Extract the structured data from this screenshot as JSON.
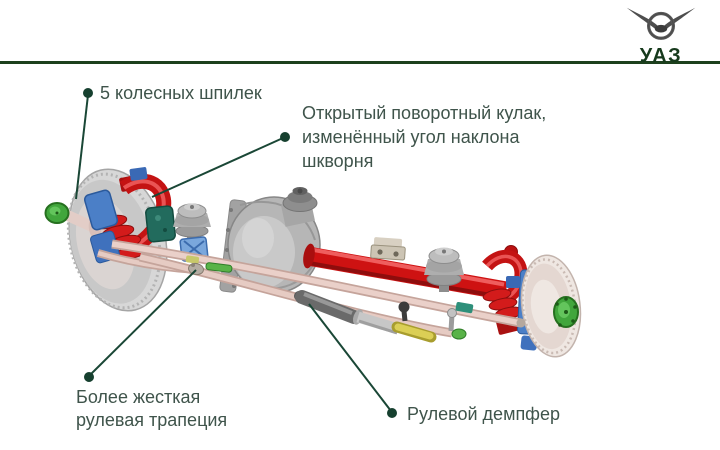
{
  "header": {
    "logo_text": "УАЗ"
  },
  "callouts": {
    "wheel_studs": {
      "text": "5 колесных шпилек"
    },
    "knuckle": {
      "line1": "Открытый поворотный кулак,",
      "line2": "изменённый угол наклона",
      "line3": "шкворня"
    },
    "linkage": {
      "line1": "Более жесткая",
      "line2": "рулевая трапеция"
    },
    "damper": {
      "text": "Рулевой демпфер"
    }
  },
  "colors": {
    "text_color": "#3f544b",
    "leader_green": "#1a4736",
    "divider_green": "#1d401d",
    "logo_green": "#163a1c",
    "part_red": "#ce1212",
    "part_green": "#41a63c",
    "part_blue": "#4b7fc7",
    "part_teal": "#226b5d",
    "part_yellow": "#dbcf55",
    "rod_pink": "#e6cbc3",
    "metal_gray": "#b6b6b6"
  },
  "icons": {
    "logo": "uaz-bird-emblem"
  }
}
